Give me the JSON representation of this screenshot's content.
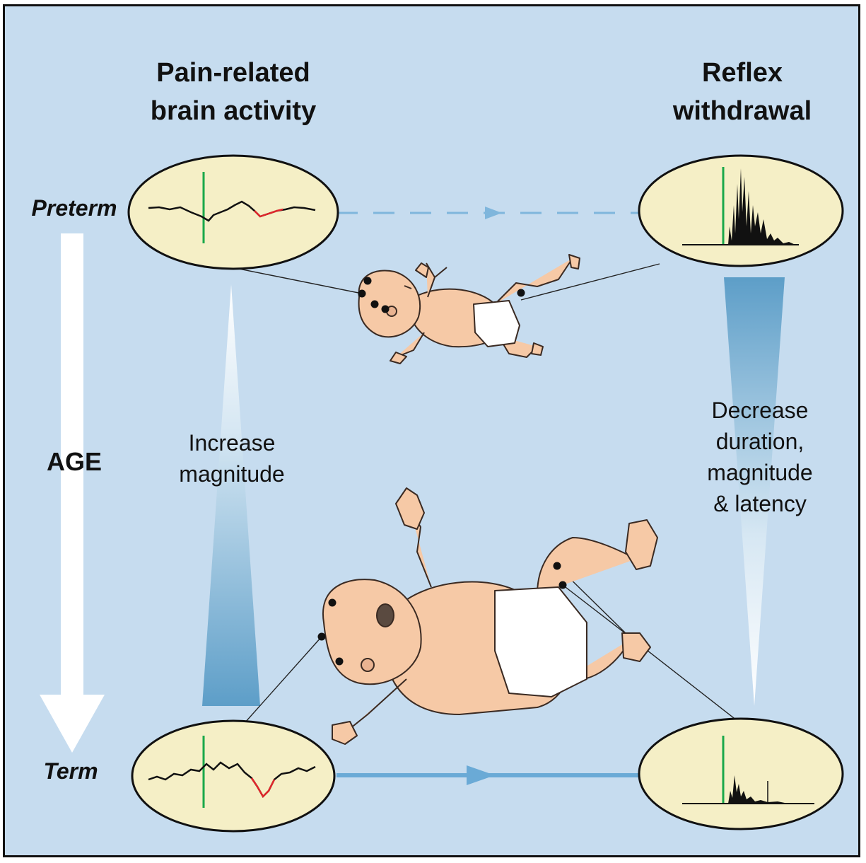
{
  "headings": {
    "left": [
      "Pain-related",
      "brain activity"
    ],
    "right": [
      "Reflex",
      "withdrawal"
    ]
  },
  "row_labels": {
    "top": "Preterm",
    "bottom": "Term"
  },
  "axis": {
    "label": "AGE"
  },
  "trends": {
    "brain": [
      "Increase",
      "magnitude"
    ],
    "reflex": [
      "Decrease",
      "duration,",
      "magnitude",
      "& latency"
    ]
  },
  "colors": {
    "background": "#c6dcef",
    "oval_fill": "#f5efc6",
    "stimulus_marker": "#1aa84a",
    "response_highlight": "#e0262b",
    "arrow_blue": "#6aaad6",
    "skin": "#f6c9a6"
  }
}
